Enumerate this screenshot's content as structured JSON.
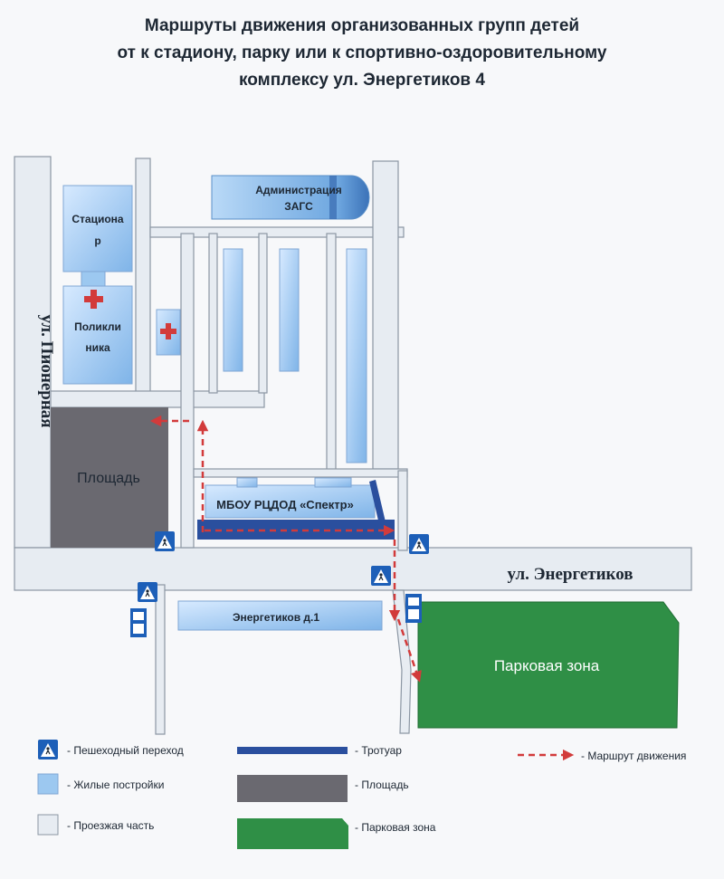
{
  "title": {
    "line1": "Маршруты движения организованных групп детей",
    "line2": "от к стадиону, парку или к спортивно-оздоровительному",
    "line3": "комплексу ул. Энергетиков 4"
  },
  "map": {
    "streets": {
      "pionernaya": "ул. Пионерная",
      "energetikov": "ул. Энергетиков"
    },
    "buildings": {
      "hospital_line1": "Стациона",
      "hospital_line2": "р",
      "clinic_line1": "Поликли",
      "clinic_line2": "ника",
      "admin_line1": "Администрация",
      "admin_line2": "ЗАГС",
      "school": "МБОУ РЦДОД «Спектр»",
      "house": "Энергетиков д.1"
    },
    "areas": {
      "square": "Площадь",
      "park": "Парковая зона"
    }
  },
  "legend": {
    "crossing": "- Пешеходный переход",
    "residential": "- Жилые постройки",
    "roadway": "- Проезжая часть",
    "sidewalk": "- Тротуар",
    "square": "- Площадь",
    "park": "- Парковая зона",
    "route": "- Маршрут движения"
  },
  "colors": {
    "building": "#9cc8f0",
    "road": "#e7ecf2",
    "sidewalk": "#2a4f9e",
    "square": "#6a6970",
    "park": "#2f8f46",
    "route": "#d23b3b",
    "crossing": "#1d5fb8"
  }
}
